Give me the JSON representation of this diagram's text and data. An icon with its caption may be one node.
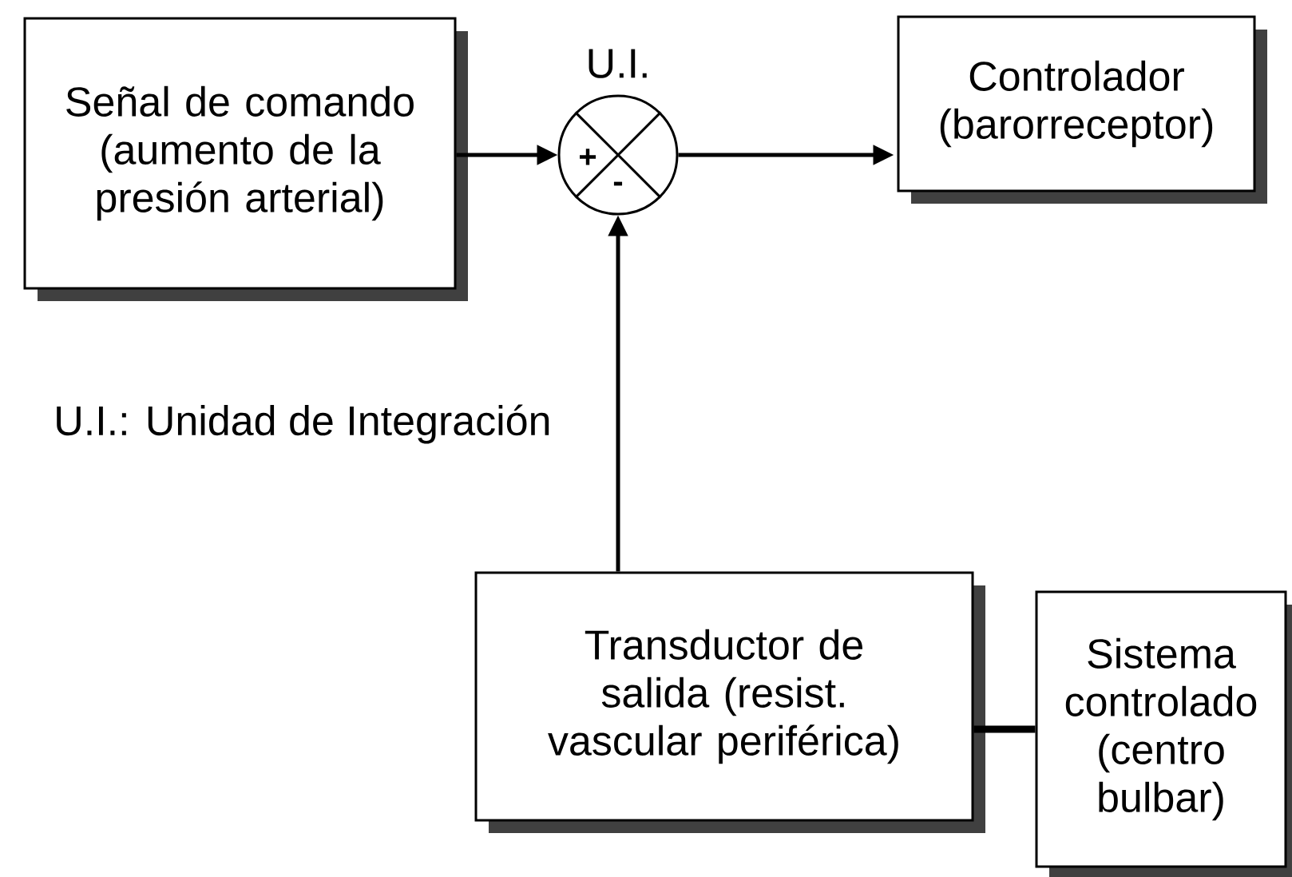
{
  "diagram": {
    "nodes": [
      {
        "text": [
          "Señal de comando (aumento de la presión arterial)"
        ]
      },
      {
        "text": [
          "+",
          "-"
        ],
        "beside": [
          "U.I."
        ]
      },
      {
        "text": [
          "Controlador (barorreceptor)"
        ]
      },
      {
        "text": [
          "Transductor de salida (resist. vascular periférica)"
        ]
      },
      {
        "text": [
          "Sistema controlado (centro bulbar)"
        ]
      }
    ],
    "edges": [
      {
        "from": 0,
        "to": 1,
        "arrow": "to"
      },
      {
        "from": 1,
        "to": 2,
        "arrow": "to"
      },
      {
        "from": 3,
        "to": 1,
        "arrow": "to"
      },
      {
        "from": 3,
        "to": 4,
        "arrow": "none",
        "style": "thick"
      }
    ],
    "labels": [
      "U.I.: Unidad de Integración"
    ]
  }
}
